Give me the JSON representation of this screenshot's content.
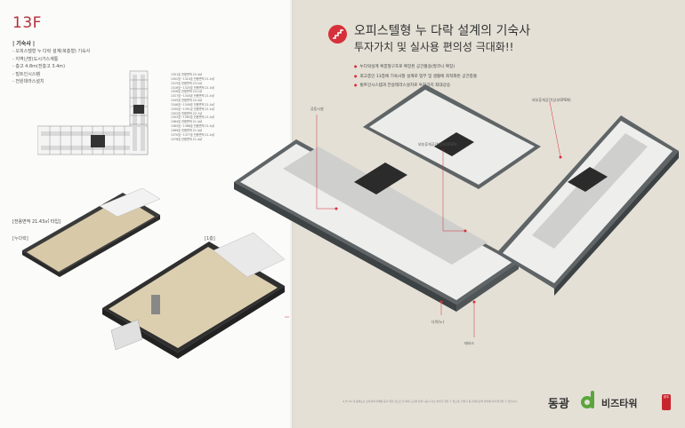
{
  "left": {
    "floor": "13F",
    "spec_label": "| 기숙사 |",
    "spec_bullets": [
      "- 오피스텔형 누 다락 설계(복층형) 기숙사",
      "- 지역난방(도시가스계통",
      "- 층고 4.8m(전층고 3.4m)",
      "- 빌트인시스템",
      "- 전원데라스설치"
    ],
    "room_list": [
      "1301호   전용면적 22.4㎡",
      "1302호~1314호   전용면적 21.4㎡",
      "1315호   전용면적 23.2㎡",
      "1316호~1325호   전용면적 21.4㎡",
      "1326호   전용면적 24.1㎡",
      "1327호~1344호   전용면적 21.4㎡",
      "1345호   전용면적 24.3㎡",
      "1346호~1349호   전용면적 21.4㎡",
      "1350호~1351호   전용면적 21.4㎡",
      "1352호   전용면적 22.7㎡",
      "1353호~1363호   전용면적 21.4㎡",
      "1364호   전용면적 21.4㎡",
      "1365호~1368호   전용면적 21.4㎡",
      "1369호   전용면적 21.4㎡",
      "1370호~1377호   전용면적 21.4㎡",
      "1378호   전용면적 21.4㎡"
    ],
    "unit_area": "[전용면적 21.43㎡ 타입]",
    "duplex_label": "[누다락]",
    "first_floor_label": "[1층]"
  },
  "right": {
    "headline_1": "오피스텔형 누 다락 설계의 기숙사",
    "headline_2": "투자가치 및 실사용 편의성 극대화!!",
    "features": [
      "누다락설계 복층형구조로 확장된 공간활용(발코니 확장)",
      "최고층인 13층에 기숙사형 설계로 업무 및 생활에 최적화된 공간창출",
      "빌트인시스템과 전용테라스설치로 투자가치 최대상승"
    ],
    "callouts": {
      "common": "공동시설",
      "outdoor_a": "외부휴게공간(상부OPEN)",
      "outdoor_b": "외부휴게공간(상부OPEN)",
      "mezzanine": "다락(누)",
      "terrace": "테라스"
    },
    "footnote": "※ 본 CG 및 평면도는 소비자의 이해를 돕기 위한 것으로 각 세대 구조와 실제 시공시 다소 차이가 있을 수 있으며, 인허가 등 관계기관의 변경에 따라 변경될 수 있습니다.",
    "logo": {
      "brand": "동광",
      "product": "비즈타워",
      "badge": "광주"
    }
  },
  "colors": {
    "accent": "#d6313a",
    "logo_green": "#5aa63c",
    "left_bg": "#fbfbfa",
    "right_bg": "#e4e0d6"
  }
}
